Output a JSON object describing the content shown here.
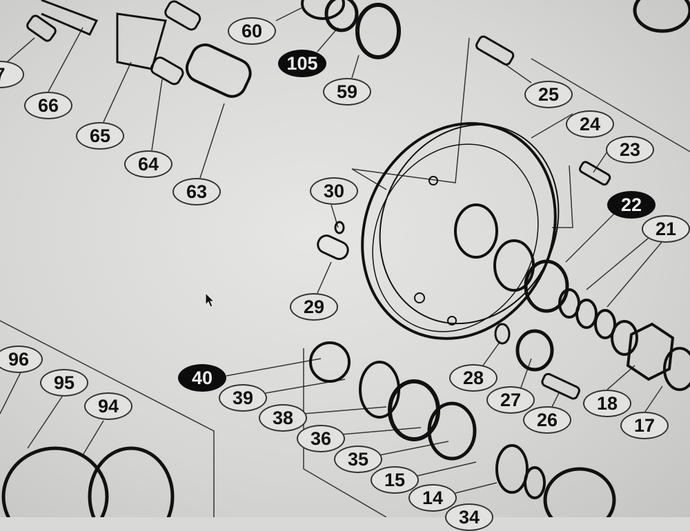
{
  "diagram": {
    "callouts": [
      {
        "id": "c7",
        "label": "7",
        "style": "white"
      },
      {
        "id": "c66",
        "label": "66",
        "style": "white"
      },
      {
        "id": "c65",
        "label": "65",
        "style": "white"
      },
      {
        "id": "c64",
        "label": "64",
        "style": "white"
      },
      {
        "id": "c63",
        "label": "63",
        "style": "white"
      },
      {
        "id": "c60",
        "label": "60",
        "style": "white"
      },
      {
        "id": "c105",
        "label": "105",
        "style": "black"
      },
      {
        "id": "c59",
        "label": "59",
        "style": "white"
      },
      {
        "id": "c25",
        "label": "25",
        "style": "white"
      },
      {
        "id": "c24",
        "label": "24",
        "style": "white"
      },
      {
        "id": "c23",
        "label": "23",
        "style": "white"
      },
      {
        "id": "c22",
        "label": "22",
        "style": "black"
      },
      {
        "id": "c21",
        "label": "21",
        "style": "white"
      },
      {
        "id": "c30",
        "label": "30",
        "style": "white"
      },
      {
        "id": "c29",
        "label": "29",
        "style": "white"
      },
      {
        "id": "c40",
        "label": "40",
        "style": "black"
      },
      {
        "id": "c39",
        "label": "39",
        "style": "white"
      },
      {
        "id": "c38",
        "label": "38",
        "style": "white"
      },
      {
        "id": "c36",
        "label": "36",
        "style": "white"
      },
      {
        "id": "c35",
        "label": "35",
        "style": "white"
      },
      {
        "id": "c15",
        "label": "15",
        "style": "white"
      },
      {
        "id": "c14",
        "label": "14",
        "style": "white"
      },
      {
        "id": "c34",
        "label": "34",
        "style": "white"
      },
      {
        "id": "c28",
        "label": "28",
        "style": "white"
      },
      {
        "id": "c27",
        "label": "27",
        "style": "white"
      },
      {
        "id": "c26",
        "label": "26",
        "style": "white"
      },
      {
        "id": "c18",
        "label": "18",
        "style": "white"
      },
      {
        "id": "c17",
        "label": "17",
        "style": "white"
      },
      {
        "id": "c96",
        "label": "96",
        "style": "white"
      },
      {
        "id": "c95",
        "label": "95",
        "style": "white"
      },
      {
        "id": "c94",
        "label": "94",
        "style": "white"
      }
    ]
  }
}
